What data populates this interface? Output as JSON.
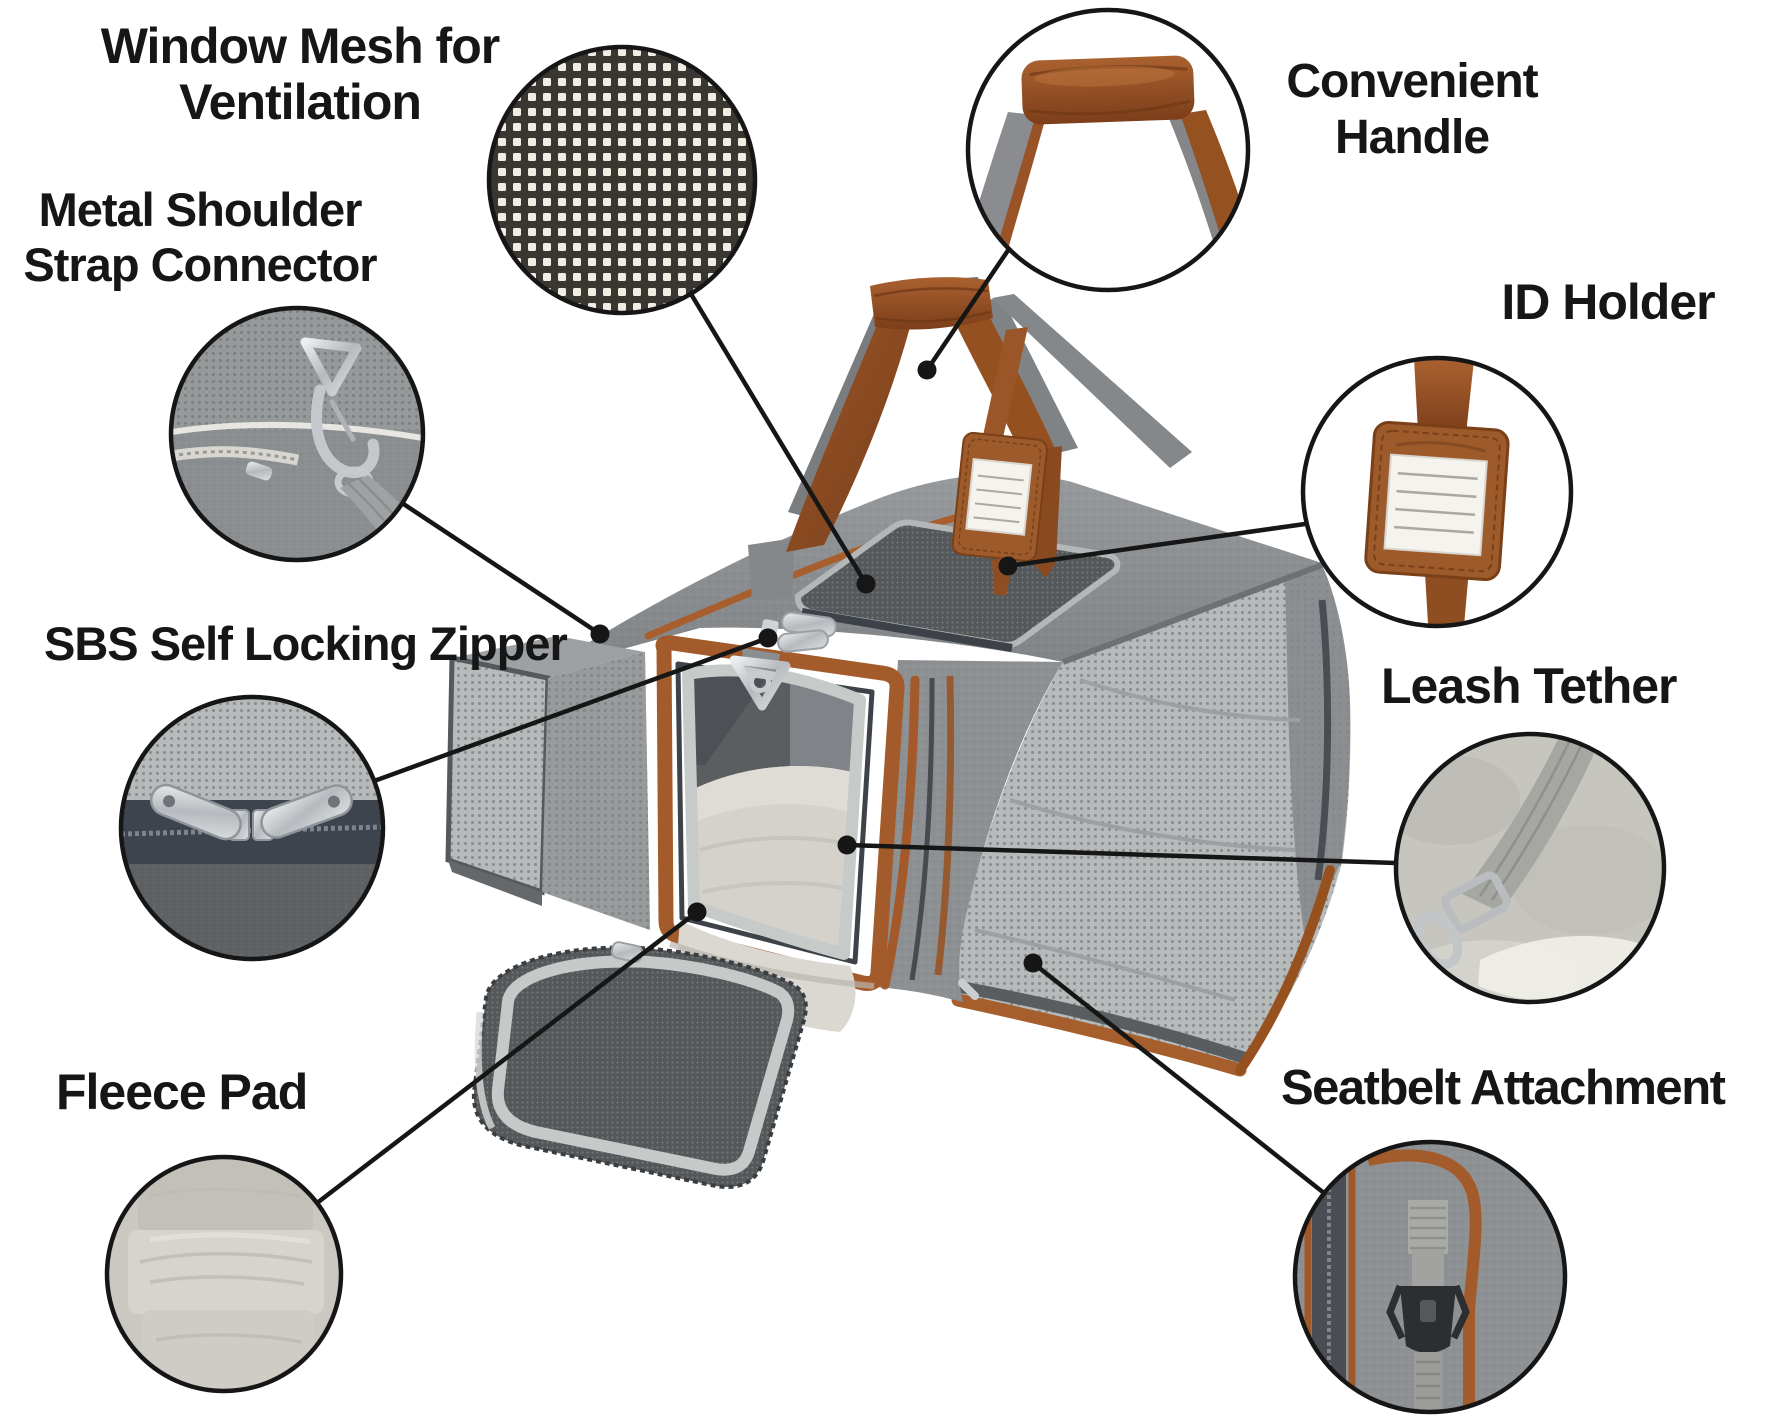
{
  "colors": {
    "background": "#ffffff",
    "label_text": "#161616",
    "callout_line": "#161616",
    "leather_brown": "#a2582a",
    "fabric_gray": "#8d9093",
    "mesh_light_gray": "#b5b9ba",
    "mesh_dark": "#3a3733",
    "fleece": "#d6d3cc",
    "metal_silver": "#c9cdd1"
  },
  "callouts": {
    "window_mesh": {
      "line1": "Window Mesh for",
      "line2": "Ventilation"
    },
    "metal_connector": {
      "line1": "Metal Shoulder",
      "line2": "Strap Connector"
    },
    "sbs_zipper": {
      "line1": "SBS Self Locking Zipper"
    },
    "fleece_pad": {
      "line1": "Fleece Pad"
    },
    "convenient_handle": {
      "line1": "Convenient",
      "line2": "Handle"
    },
    "id_holder": {
      "line1": "ID Holder"
    },
    "leash_tether": {
      "line1": "Leash Tether"
    },
    "seatbelt_attachment": {
      "line1": "Seatbelt Attachment"
    }
  }
}
